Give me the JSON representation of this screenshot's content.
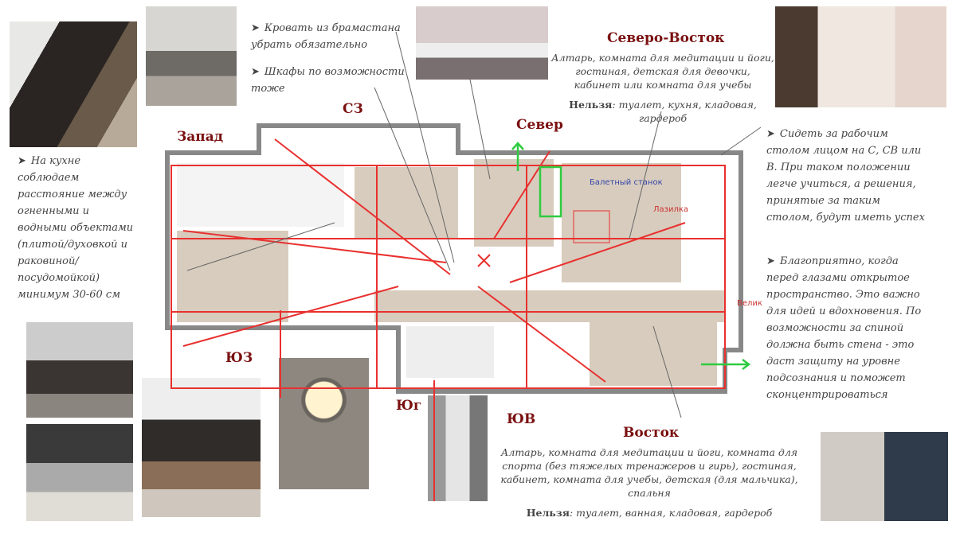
{
  "directions": {
    "west": "Запад",
    "nw": "СЗ",
    "north": "Север",
    "ne": "Северо-Восток",
    "sw": "ЮЗ",
    "south": "Юг",
    "se": "ЮВ",
    "east": "Восток"
  },
  "northeast": {
    "allowed": "Алтарь, комната для медитации и йоги, гостиная, детская для девочки, кабинет или комната для учебы",
    "forbidden_label": "Нельзя",
    "forbidden": ": туалет, кухня, кладовая, гардероб"
  },
  "east": {
    "allowed": "Алтарь, комната для медитации и йоги, комната для спорта (без тяжелых тренажеров и гирь), гостиная, кабинет, комната для учебы, детская (для мальчика), спальня",
    "forbidden_label": "Нельзя",
    "forbidden": ": туалет, ванная, кладовая, гардероб"
  },
  "notes": {
    "bed": "Кровать из брамастана убрать обязательно",
    "wardrobes": "Шкафы по возможности тоже",
    "kitchen": "На кухне соблюдаем расстояние между огненными и водными объектами (плитой/духовкой и раковиной/ посудомойкой) минимум 30-60 см",
    "desk": "Сидеть за рабочим столом лицом на С, СВ или В. При таком положении легче учиться, а решения, принятые за таким столом, будут иметь успех",
    "space": "Благоприятно, когда перед глазами открытое пространство. Это важно для идей и вдохновения. По возможности за спиной должна быть стена - это даст защиту на уровне подсознания и поможет сконцентрироваться"
  },
  "bullet": "➤",
  "plan_labels": {
    "ballet": "Балетный станок",
    "ladder": "Лазилка",
    "bike": "Велик"
  },
  "colors": {
    "heading": "#7a1010",
    "grid": "#e8312f",
    "arrow": "#2ecc40",
    "plan_label": "#3344aa"
  }
}
